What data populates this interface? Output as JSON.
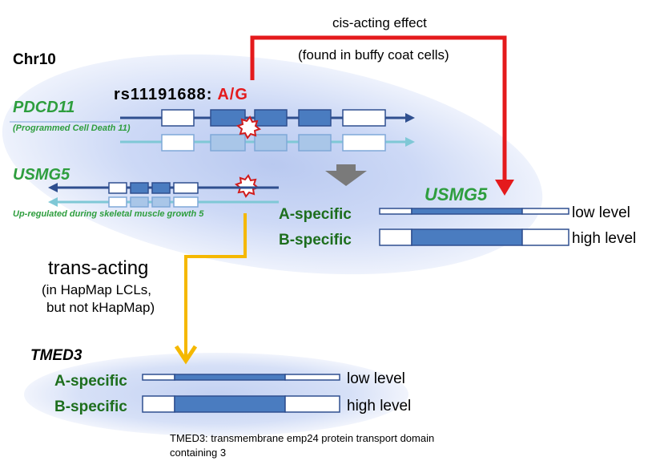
{
  "chromosome": "Chr10",
  "snp": {
    "id": "rs11191688",
    "sep": ":",
    "alleles": "A/G"
  },
  "cis": {
    "title": "cis-acting effect",
    "note": "(found in buffy coat cells)"
  },
  "trans": {
    "title": "trans-acting",
    "note1": "(in HapMap LCLs,",
    "note2": "but not kHapMap)"
  },
  "genes": {
    "pdcd11": {
      "symbol": "PDCD11",
      "full": "(Programmed Cell Death 11)"
    },
    "usmg5": {
      "symbol": "USMG5",
      "full": "Up-regulated during skeletal muscle growth 5"
    }
  },
  "usmg5_expression": {
    "label": "USMG5",
    "rows": [
      {
        "allele": "A-specific",
        "level": "low level"
      },
      {
        "allele": "B-specific",
        "level": "high level"
      }
    ]
  },
  "tmed3_expression": {
    "label": "TMED3",
    "rows": [
      {
        "allele": "A-specific",
        "level": "low level"
      },
      {
        "allele": "B-specific",
        "level": "high level"
      }
    ]
  },
  "footnote": {
    "line1": "TMED3: transmembrane emp24 protein transport domain",
    "line2": "containing 3"
  },
  "colors": {
    "cis_arrow": "#e41a1c",
    "trans_arrow": "#f5b800",
    "gene_label": "#2e9e3e",
    "allele_label": "#1d6e1d",
    "exon": "#4a7cc0",
    "exon_light": "#a9c6e8",
    "strand": "#2f4f8f",
    "strand_light": "#7fc8d6",
    "snp_alleles": "#e41a1c"
  }
}
